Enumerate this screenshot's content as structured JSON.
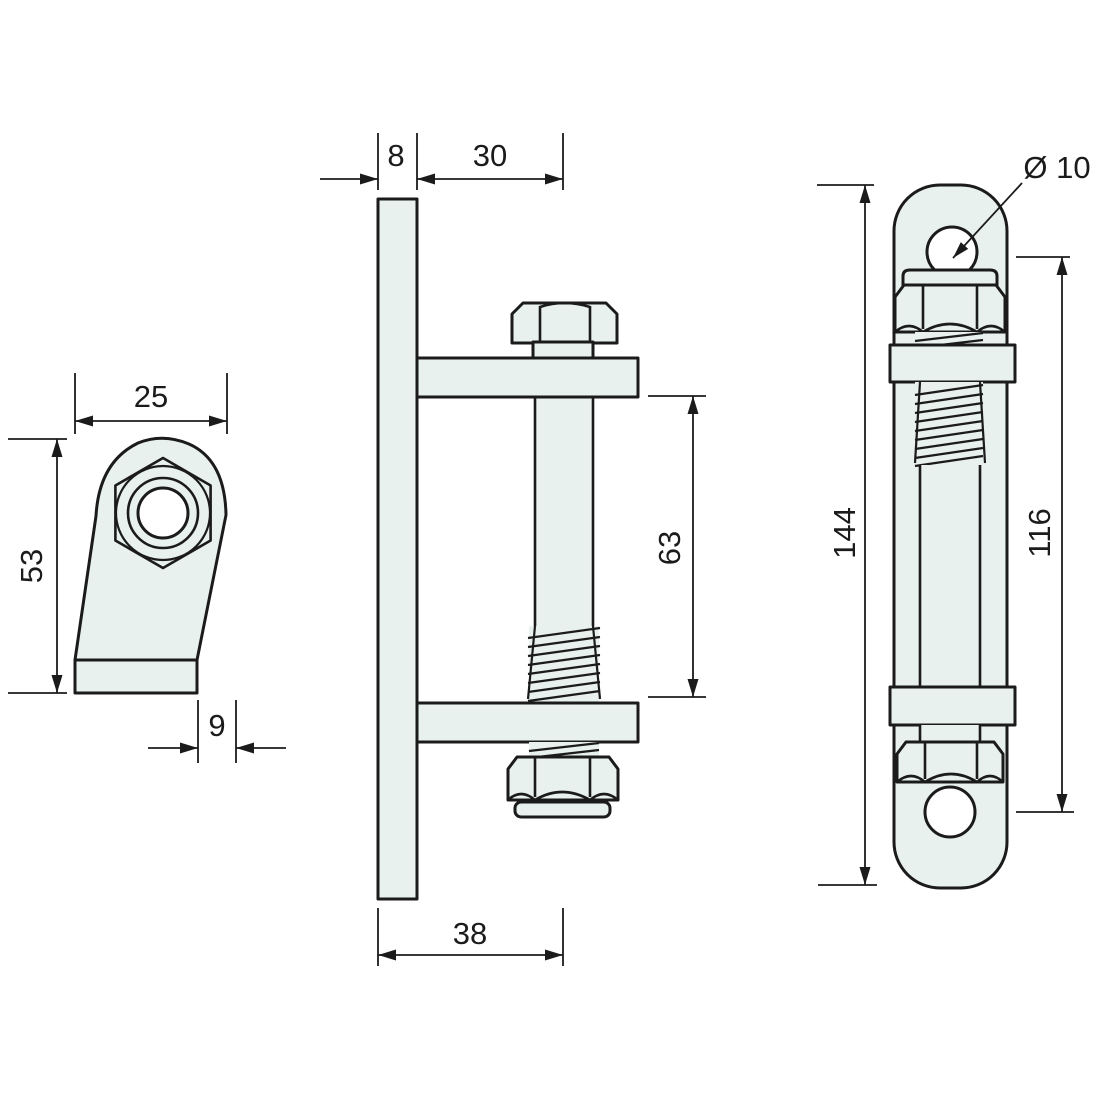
{
  "colors": {
    "background": "#ffffff",
    "line": "#1b1b1b",
    "part_fill": "#e8f1ee",
    "hole_fill": "#ffffff"
  },
  "views": {
    "left": {
      "name": "angled eye bracket side view",
      "dims": {
        "width": "25",
        "height": "53",
        "base_offset": "9"
      }
    },
    "middle": {
      "name": "hinge bolt side view on plate",
      "dims": {
        "plate_thickness": "8",
        "plate_to_axis": "30",
        "bracket_spacing": "63",
        "overall_depth": "38"
      }
    },
    "right": {
      "name": "hinge strap front view",
      "dims": {
        "overall_length": "144",
        "hole_spacing": "116",
        "hole_diameter": "Ø 10"
      }
    }
  }
}
